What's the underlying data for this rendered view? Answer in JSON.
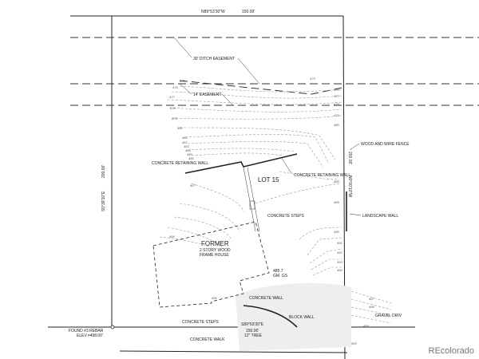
{
  "survey": {
    "top_bearing": "N89°53'30\"W",
    "top_distance": "150.00'",
    "left_bearing": "S0°39'10\"E",
    "left_distance": "200.00'",
    "right_bearing": "N0°00'10\"W",
    "right_distance": "200.00'",
    "bottom_bearing": "S89°53'30\"E",
    "bottom_distance": "150.00'",
    "lot_label": "LOT 15",
    "ditch_easement": "30' DITCH EASEMENT",
    "easement_14": "14' EASEMENT",
    "wood_wire_fence": "WOOD AND WIRE FENCE",
    "concrete_retaining_wall_left": "CONCRETE RETAINING WALL",
    "concrete_retaining_wall_right": "CONCRETE RETAINING WALL",
    "concrete_steps_upper": "CONCRETE STEPS",
    "landscape_wall": "LANDSCAPE WALL",
    "house_line1": "FORMER",
    "house_line2": "2 STORY WOOD",
    "house_line3": "FRAME HOUSE",
    "floor_elev": "485.7",
    "floor_label": "GM. GS",
    "concrete_wall": "CONCRETE WALL",
    "concrete_steps_lower": "CONCRETE STEPS",
    "block_wall": "BLOCK WALL",
    "gravel_drive": "GRAVEL DRIV",
    "tree": "12\" TREE",
    "concrete_walk": "CONCRETE WALK",
    "found_rebar": "FOUND #3 REBAR",
    "rebar_elev": "ELEV.=498.00'",
    "contours_left": [
      "475",
      "476",
      "477",
      "478",
      "479",
      "480",
      "481",
      "482",
      "483",
      "484",
      "485",
      "486"
    ],
    "contours_right": [
      "475",
      "476",
      "477",
      "478",
      "479",
      "480"
    ],
    "contours_lot": [
      "487",
      "488",
      "489",
      "490",
      "491",
      "492",
      "493",
      "494",
      "495"
    ],
    "contours_bottom": [
      "496",
      "497",
      "498",
      "499",
      "500"
    ]
  },
  "watermark": "REcolorado"
}
